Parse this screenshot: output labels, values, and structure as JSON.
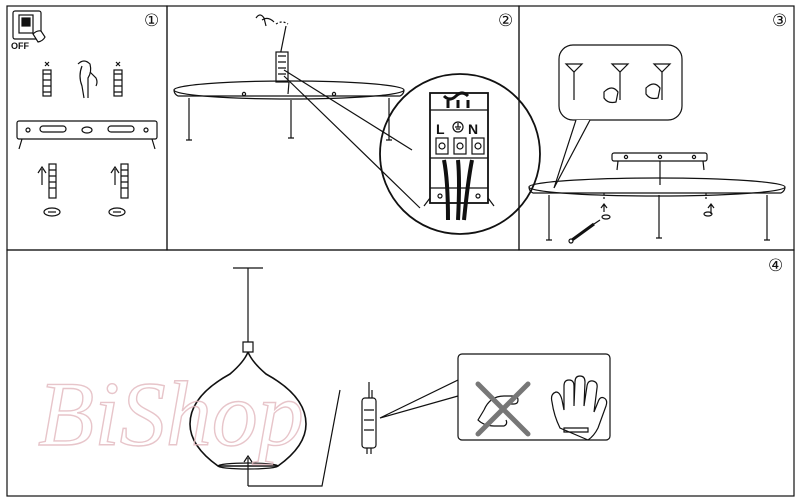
{
  "panels": [
    {
      "number": "①"
    },
    {
      "number": "②"
    },
    {
      "number": "③"
    },
    {
      "number": "④"
    }
  ],
  "switch_label": "OFF",
  "terminal_labels": [
    "L",
    "N"
  ],
  "watermark": "BiShop",
  "colors": {
    "line": "#111111",
    "watermark": "#e2b7bd",
    "cross": "#777777"
  }
}
